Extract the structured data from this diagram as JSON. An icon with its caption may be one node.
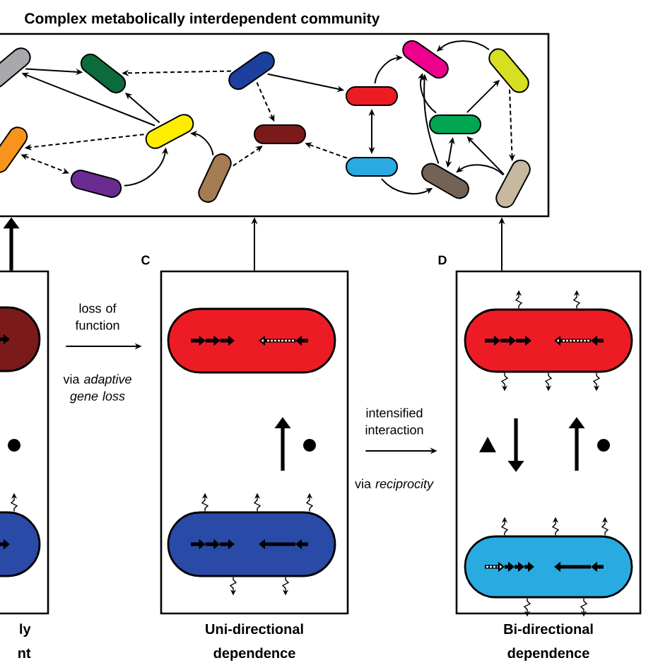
{
  "diagram": {
    "nodes": [
      {
        "text": [
          "Complex metabolically interdependent community"
        ]
      },
      {
        "text": [],
        "shape": "capsule",
        "in": 0
      },
      {
        "text": [],
        "shape": "capsule",
        "in": 0
      },
      {
        "text": [],
        "shape": "capsule",
        "in": 0
      },
      {
        "text": [],
        "shape": "capsule",
        "in": 0
      },
      {
        "text": [],
        "shape": "capsule",
        "in": 0
      },
      {
        "text": [],
        "shape": "capsule",
        "in": 0
      },
      {
        "text": [],
        "shape": "capsule",
        "in": 0
      },
      {
        "text": [],
        "shape": "capsule",
        "in": 0
      },
      {
        "text": [],
        "shape": "capsule",
        "in": 0
      },
      {
        "text": [],
        "shape": "capsule",
        "in": 0
      },
      {
        "text": [],
        "shape": "capsule",
        "in": 0
      },
      {
        "text": [],
        "shape": "capsule",
        "in": 0
      },
      {
        "text": [],
        "shape": "capsule",
        "in": 0
      },
      {
        "text": [],
        "shape": "capsule",
        "in": 0
      },
      {
        "text": [],
        "shape": "capsule",
        "in": 0
      },
      {
        "text": [
          "ly nt"
        ]
      },
      {
        "text": [],
        "shape": "capsule",
        "in": 16
      },
      {
        "text": [],
        "shape": "capsule",
        "in": 16
      },
      {
        "text": [
          "Uni-directional dependence"
        ],
        "beside": [
          "C"
        ]
      },
      {
        "text": [],
        "shape": "capsule",
        "in": 19
      },
      {
        "text": [],
        "shape": "capsule",
        "in": 19
      },
      {
        "text": [
          "Bi-directional dependence"
        ],
        "beside": [
          "D"
        ]
      },
      {
        "text": [],
        "shape": "capsule",
        "in": 22
      },
      {
        "text": [],
        "shape": "capsule",
        "in": 22
      }
    ],
    "edges": [
      {
        "from": 1,
        "to": 2,
        "arrow": "to"
      },
      {
        "from": 7,
        "to": 2,
        "arrow": "to",
        "style": "dashed"
      },
      {
        "from": 5,
        "to": 1,
        "arrow": "to"
      },
      {
        "from": 5,
        "to": 2,
        "arrow": "to"
      },
      {
        "from": 5,
        "to": 3,
        "arrow": "to",
        "style": "dashed"
      },
      {
        "from": 3,
        "to": 4,
        "arrow": "both",
        "style": "dashed"
      },
      {
        "from": 4,
        "to": 5,
        "arrow": "to"
      },
      {
        "from": 6,
        "to": 5,
        "arrow": "to"
      },
      {
        "from": 6,
        "to": 8,
        "arrow": "to",
        "style": "dashed"
      },
      {
        "from": 7,
        "to": 8,
        "arrow": "to",
        "style": "dashed"
      },
      {
        "from": 7,
        "to": 9,
        "arrow": "to"
      },
      {
        "from": 10,
        "to": 8,
        "arrow": "to",
        "style": "dashed"
      },
      {
        "from": 9,
        "to": 10,
        "arrow": "both"
      },
      {
        "from": 9,
        "to": 11,
        "arrow": "to"
      },
      {
        "from": 10,
        "to": 14,
        "arrow": "to"
      },
      {
        "from": 14,
        "to": 11,
        "arrow": "to"
      },
      {
        "from": 12,
        "to": 11,
        "arrow": "to"
      },
      {
        "from": 13,
        "to": 11,
        "arrow": "to"
      },
      {
        "from": 13,
        "to": 12,
        "arrow": "to"
      },
      {
        "from": 12,
        "to": 15,
        "arrow": "to",
        "style": "dashed"
      },
      {
        "from": 14,
        "to": 13,
        "arrow": "both"
      },
      {
        "from": 15,
        "to": 13,
        "arrow": "to"
      },
      {
        "from": 15,
        "to": 14,
        "arrow": "to"
      },
      {
        "from": 16,
        "to": 0,
        "arrow": "to",
        "style": "thick"
      },
      {
        "from": 19,
        "to": 0,
        "arrow": "to"
      },
      {
        "from": 22,
        "to": 0,
        "arrow": "to"
      },
      {
        "from": 16,
        "to": 19,
        "arrow": "to",
        "label": "loss of function"
      },
      {
        "from": 19,
        "to": 22,
        "arrow": "to",
        "label": "intensified interaction"
      },
      {
        "from": 18,
        "to": null,
        "arrow": "to"
      },
      {
        "from": 21,
        "to": null,
        "arrow": "to"
      },
      {
        "from": 21,
        "to": null,
        "arrow": "to"
      },
      {
        "from": 21,
        "to": null,
        "arrow": "to"
      },
      {
        "from": 21,
        "to": null,
        "arrow": "to"
      },
      {
        "from": 21,
        "to": null,
        "arrow": "to"
      },
      {
        "from": 23,
        "to": null,
        "arrow": "to"
      },
      {
        "from": 23,
        "to": null,
        "arrow": "to"
      },
      {
        "from": 23,
        "to": null,
        "arrow": "to"
      },
      {
        "from": 23,
        "to": null,
        "arrow": "to"
      },
      {
        "from": 23,
        "to": null,
        "arrow": "to"
      },
      {
        "from": 24,
        "to": null,
        "arrow": "to"
      },
      {
        "from": 24,
        "to": null,
        "arrow": "to"
      },
      {
        "from": 24,
        "to": null,
        "arrow": "to"
      },
      {
        "from": 24,
        "to": null,
        "arrow": "to"
      },
      {
        "from": 24,
        "to": null,
        "arrow": "to"
      }
    ],
    "labels": [
      "via *adaptive gene loss*",
      "via *reciprocity*"
    ]
  }
}
